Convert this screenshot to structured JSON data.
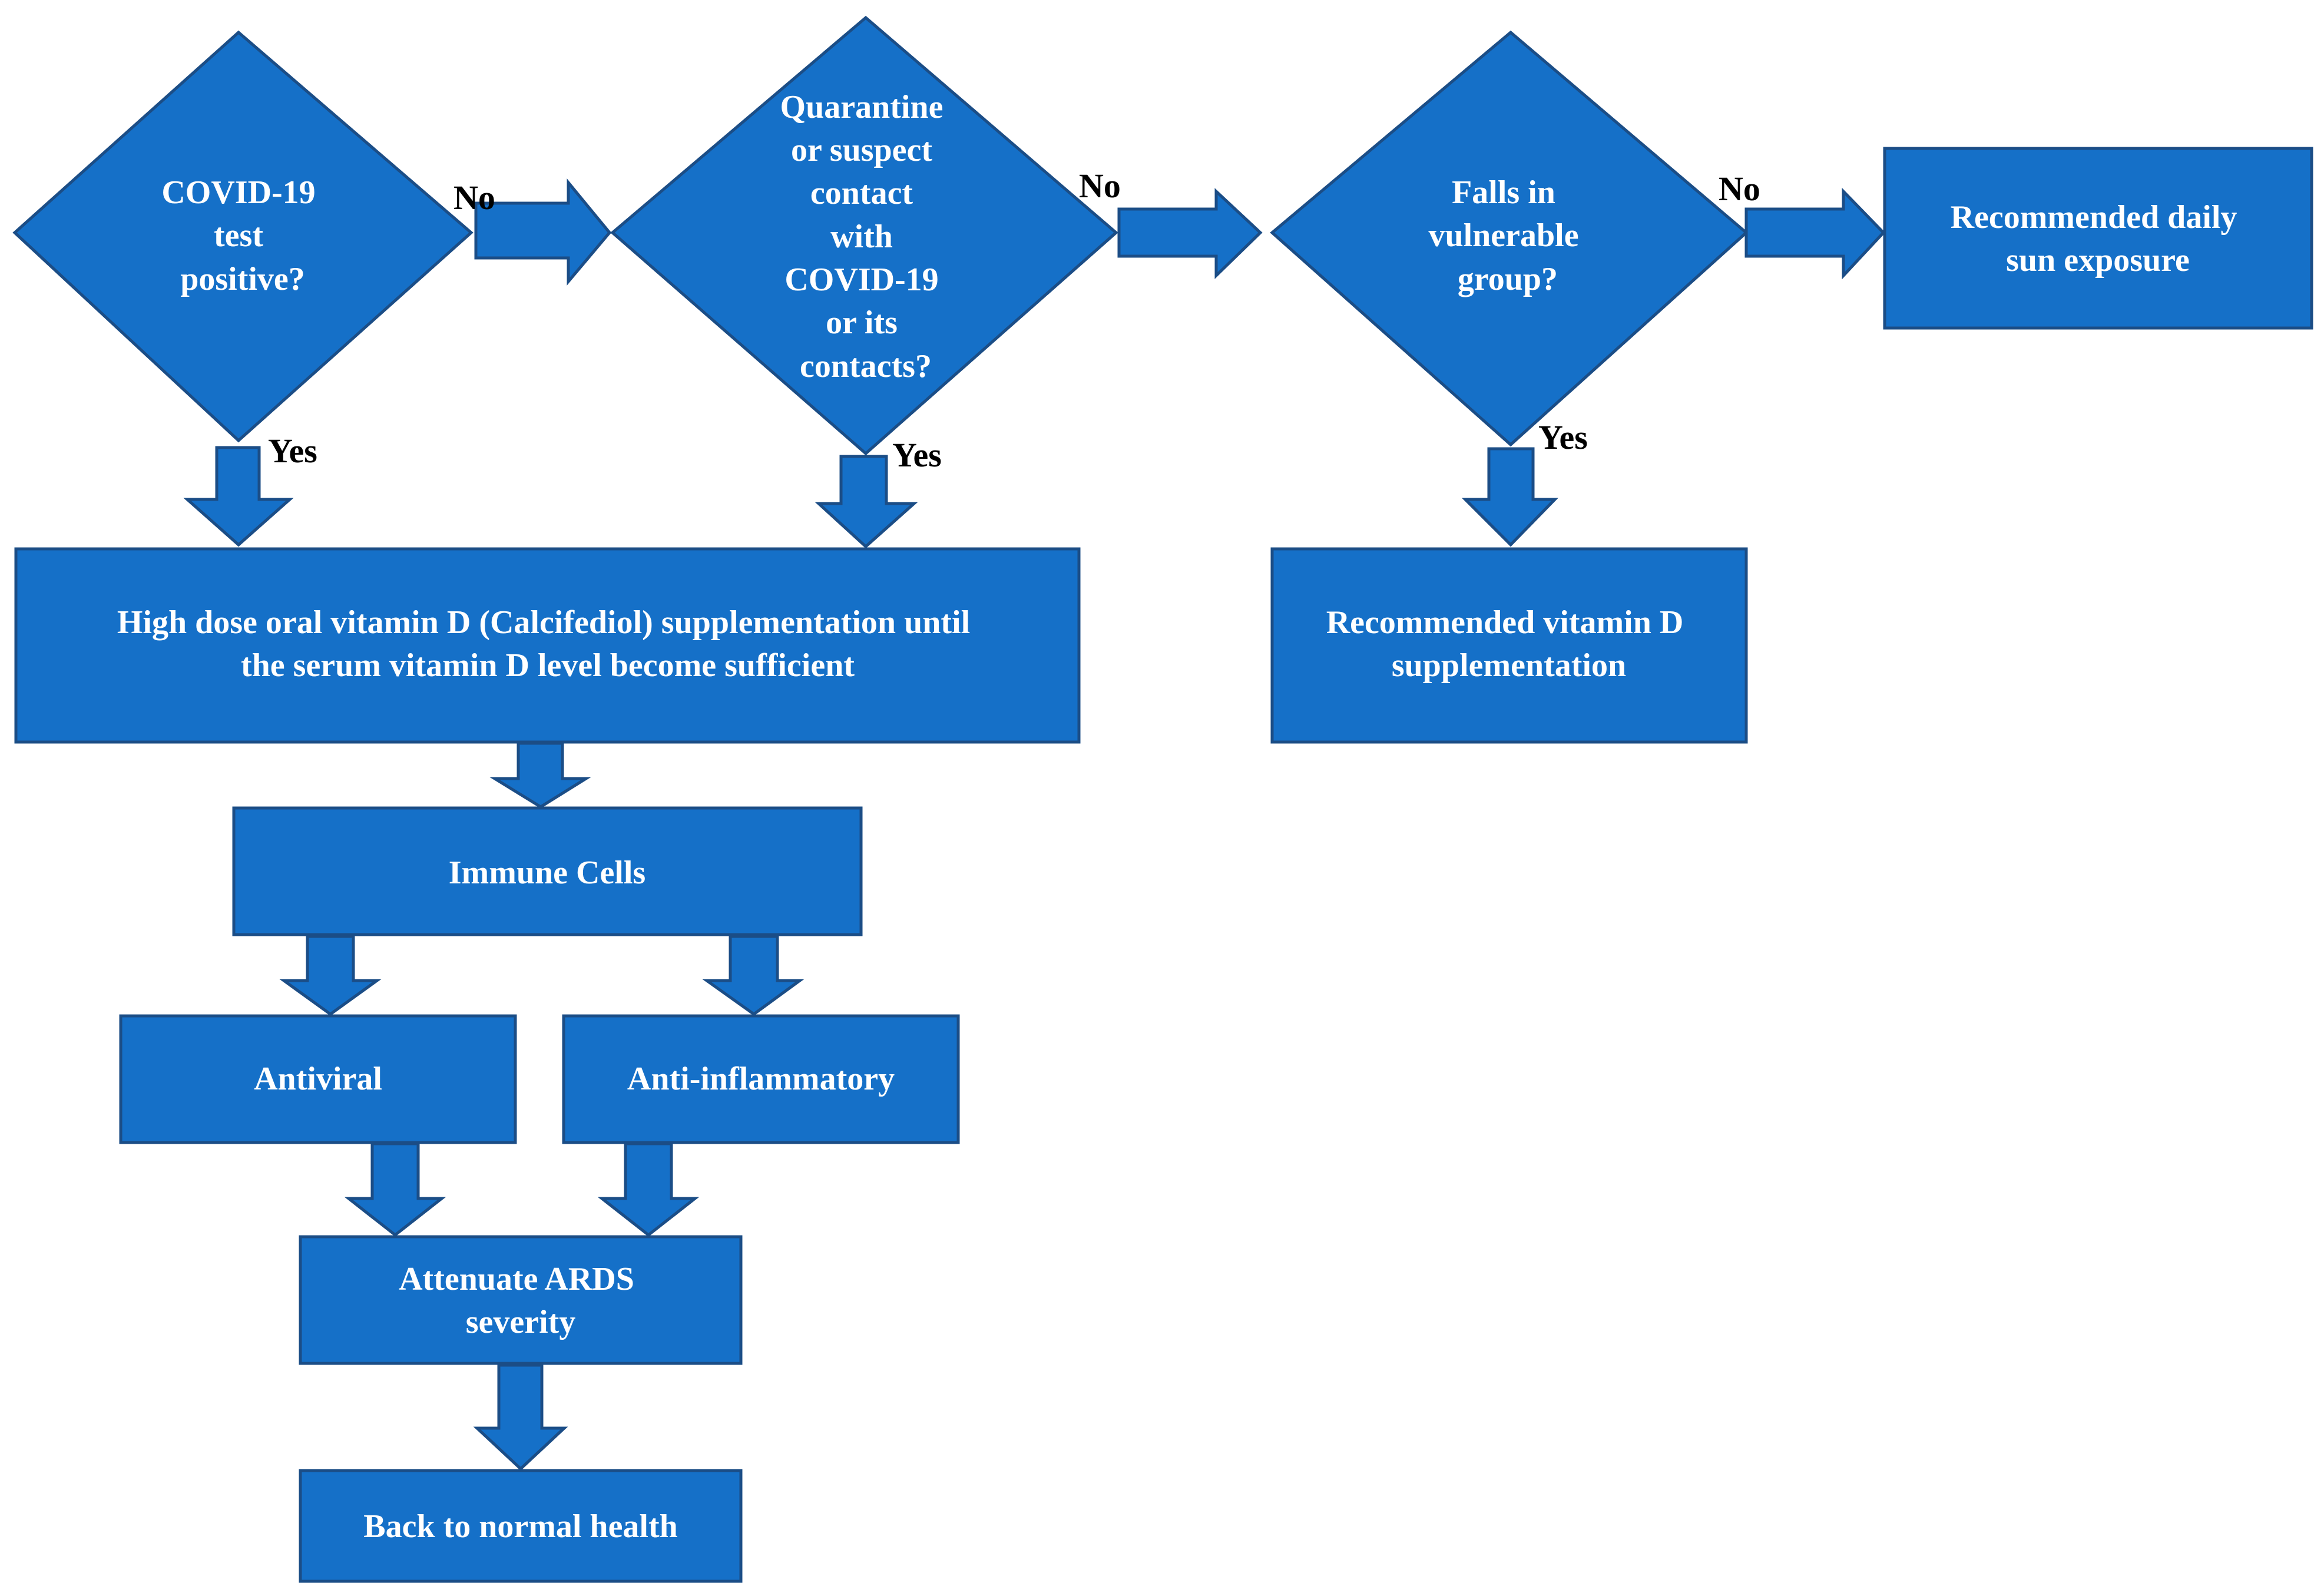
{
  "decisions": {
    "covid_test": [
      "COVID-19",
      "test",
      "positive?"
    ],
    "quarantine": [
      "Quarantine",
      "or suspect",
      "contact",
      "with",
      "COVID-19",
      "or its",
      "contacts?"
    ],
    "vulnerable": [
      "Falls in",
      "vulnerable",
      "group?"
    ]
  },
  "boxes": {
    "sun_exposure": [
      "Recommended daily",
      "sun exposure"
    ],
    "high_dose": [
      "High dose oral vitamin D (Calcifediol) supplementation until",
      "the serum vitamin D level become sufficient"
    ],
    "vitd_supplement": [
      "Recommended vitamin D",
      "supplementation"
    ],
    "immune_cells": [
      "Immune Cells"
    ],
    "antiviral": [
      "Antiviral"
    ],
    "anti_inflammatory": [
      "Anti-inflammatory"
    ],
    "attenuate_ards": [
      "Attenuate ARDS",
      "severity"
    ],
    "back_to_normal": [
      "Back to normal health"
    ]
  },
  "edge_labels": {
    "no_1": "No",
    "no_2": "No",
    "no_3": "No",
    "yes_1": "Yes",
    "yes_2": "Yes",
    "yes_3": "Yes"
  }
}
